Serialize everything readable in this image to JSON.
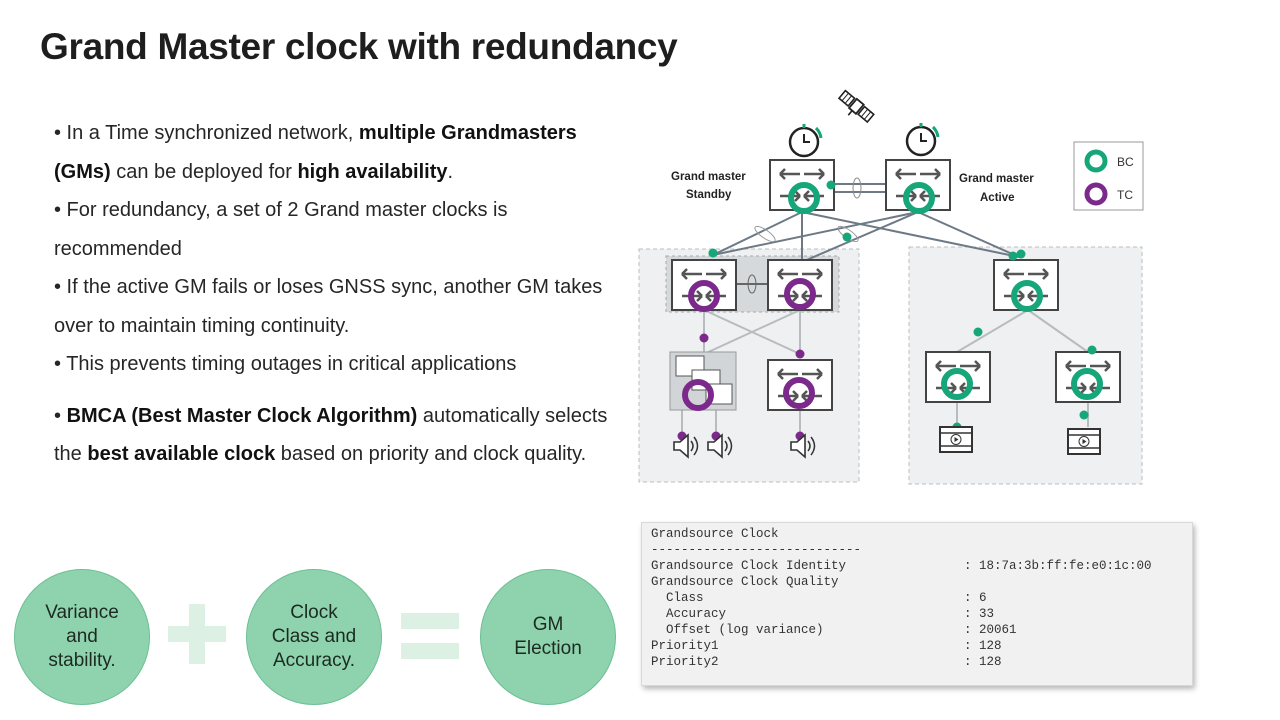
{
  "title": "Grand Master clock with redundancy",
  "bullets": [
    {
      "segments": [
        {
          "t": "• In a Time synchronized network, "
        },
        {
          "t": "multiple Grandmasters (GMs)",
          "b": true
        },
        {
          "t": " can be deployed for "
        },
        {
          "t": "high availability",
          "b": true
        },
        {
          "t": "."
        }
      ]
    },
    {
      "segments": [
        {
          "t": "• For redundancy, a set of 2 Grand master clocks is recommended"
        }
      ]
    },
    {
      "segments": [
        {
          "t": "• If the active GM fails or loses GNSS sync, another GM takes over to maintain timing continuity."
        }
      ]
    },
    {
      "segments": [
        {
          "t": "• This prevents timing outages in critical applications"
        }
      ]
    },
    {
      "segments": [
        {
          "t": "•  "
        },
        {
          "t": "BMCA (Best Master Clock Algorithm)",
          "b": true
        },
        {
          "t": " automatically selects the "
        },
        {
          "t": "best available clock",
          "b": true
        },
        {
          "t": " based on priority and clock quality."
        }
      ],
      "gap": true
    }
  ],
  "equation": {
    "term1": [
      "Variance",
      "and",
      "stability."
    ],
    "term2": [
      "Clock",
      "Class and",
      "Accuracy."
    ],
    "result": [
      "GM",
      "Election"
    ]
  },
  "diagram": {
    "standby_label": [
      "Grand master",
      "Standby"
    ],
    "active_label": [
      "Grand master",
      "Active"
    ],
    "legend": [
      {
        "label": "BC",
        "color": "#16a67a"
      },
      {
        "label": "TC",
        "color": "#7b2a8c"
      }
    ]
  },
  "terminal": {
    "header": "Grandsource Clock",
    "divider": "----------------------------",
    "rows": [
      {
        "key": "Grandsource Clock Identity",
        "value": ": 18:7a:3b:ff:fe:e0:1c:00"
      },
      {
        "key": "Grandsource Clock Quality",
        "value": ""
      },
      {
        "key": "  Class",
        "value": ": 6"
      },
      {
        "key": "  Accuracy",
        "value": ": 33"
      },
      {
        "key": "  Offset (log variance)",
        "value": ": 20061"
      },
      {
        "key": "Priority1",
        "value": ": 128"
      },
      {
        "key": "Priority2",
        "value": ": 128"
      }
    ]
  },
  "colors": {
    "bc": "#16a67a",
    "tc": "#7b2a8c",
    "circle_fill": "#8fd3ae"
  }
}
